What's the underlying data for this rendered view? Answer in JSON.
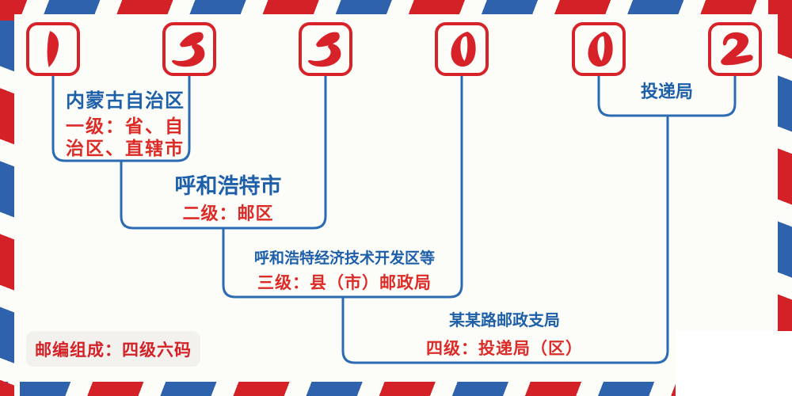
{
  "postal_code": {
    "digits": [
      "1",
      "3",
      "3",
      "0",
      "0",
      "2"
    ]
  },
  "levels": [
    {
      "region": "内蒙古自治区",
      "desc": "一级：省、自\n治区、直辖市"
    },
    {
      "region": "呼和浩特市",
      "desc": "二级：邮区"
    },
    {
      "region": "呼和浩特经济技术开发区等",
      "desc": "三级：县（市）邮政局"
    },
    {
      "region": "某某路邮政支局",
      "desc": "四级：投递局（区）"
    }
  ],
  "delivery_office_label": "投递局",
  "footer_note": "邮编组成：四级六码",
  "colors": {
    "digit_red": "#d62228",
    "stripe_red": "#d42127",
    "stripe_blue": "#2e62ac",
    "line_blue": "#2b6bb3",
    "text_blue": "#1d5fa9",
    "text_red": "#dc2b26"
  }
}
